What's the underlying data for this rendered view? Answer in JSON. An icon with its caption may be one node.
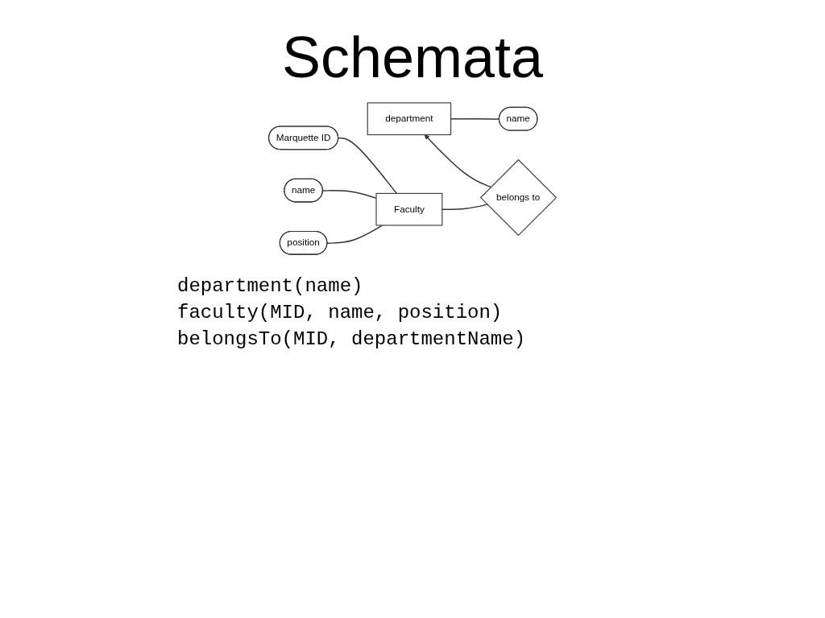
{
  "diagram": {
    "title": "Schemata",
    "nodes": [
      {
        "text": [
          "name"
        ]
      },
      {
        "text": [
          "department"
        ]
      },
      {
        "text": [
          "belongs to"
        ]
      },
      {
        "text": [
          "Faculty"
        ]
      },
      {
        "text": [
          "Marquette ID"
        ]
      },
      {
        "text": [
          "name"
        ]
      },
      {
        "text": [
          "position"
        ]
      }
    ],
    "edges": [
      {
        "from": 0,
        "to": 1,
        "arrow": "none"
      },
      {
        "from": 2,
        "to": 1,
        "arrow": "to"
      },
      {
        "from": 2,
        "to": 3,
        "arrow": "none"
      },
      {
        "from": 3,
        "to": 4,
        "arrow": "none"
      },
      {
        "from": 3,
        "to": 5,
        "arrow": "none"
      },
      {
        "from": 3,
        "to": 6,
        "arrow": "none"
      }
    ],
    "labels": [
      "department(name)",
      "faculty(MID, name, position)",
      "belongsTo(MID, departmentName)"
    ]
  }
}
